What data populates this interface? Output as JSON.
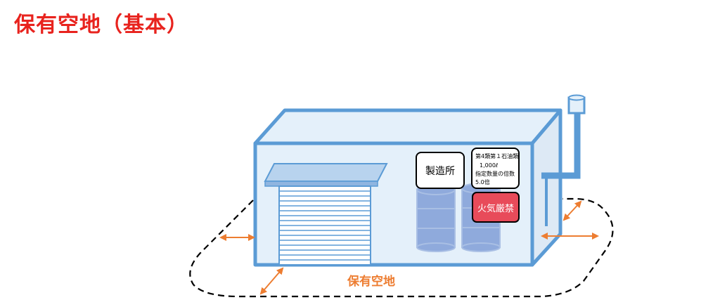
{
  "title": "保有空地（基本）",
  "labels": {
    "factory_sign": "製造所",
    "hazard_info": [
      "第4類第１石油類",
      "1,000ℓ",
      "指定数量の倍数",
      "5.0倍"
    ],
    "no_fire_sign": "火気厳禁",
    "clearance_label": "保有空地"
  },
  "colors": {
    "title": "#e8231e",
    "building_fill": "#e4f0fa",
    "building_stroke": "#5b9bd5",
    "shutter_fill": "#b8d3ee",
    "drum_fill": "#8faadc",
    "arrow": "#ed7d31",
    "warning_fill": "#e84b5a",
    "clearance_text": "#ed7d31"
  },
  "icons": [
    "double-arrow-icon",
    "chimney-icon",
    "drum-icon",
    "shutter-icon"
  ]
}
